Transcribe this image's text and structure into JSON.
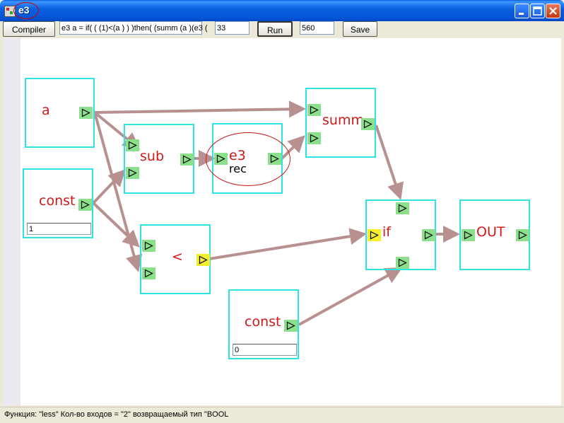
{
  "window": {
    "title": "e3"
  },
  "toolbar": {
    "compiler_label": "Compiler",
    "expression": "e3 a = if( ( (1)<(a ) ) )then( (summ (a )(e3 (",
    "value1": "33",
    "run_label": "Run",
    "value2": "560",
    "save_label": "Save"
  },
  "nodes": {
    "a": {
      "label": "a"
    },
    "const1": {
      "label": "const",
      "input": "1"
    },
    "sub": {
      "label": "sub"
    },
    "e3": {
      "label": "e3",
      "sublabel": "rec"
    },
    "summ": {
      "label": "summ"
    },
    "less": {
      "label": "<"
    },
    "if": {
      "label": "if"
    },
    "out": {
      "label": "OUT"
    },
    "const2": {
      "label": "const",
      "input": "0"
    }
  },
  "colors": {
    "node_border": "#2fe3e3",
    "port": "#8be08b",
    "port_selected": "#f5ee2a",
    "wire": "#b89090",
    "node_label": "#d01818"
  },
  "status": {
    "text": "Функция: \"less\" Кол-во входов = \"2\" возвращаемый тип \"BOOL"
  }
}
